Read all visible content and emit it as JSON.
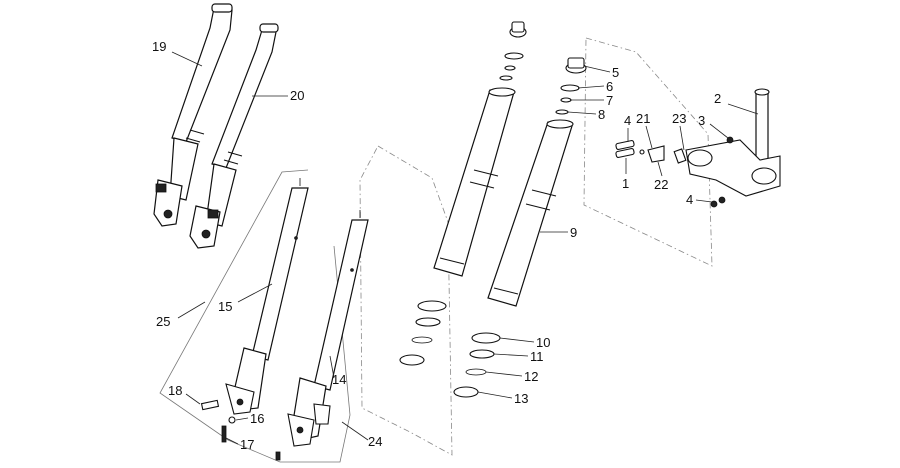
{
  "diagram": {
    "callouts": [
      {
        "id": "19",
        "text": "19"
      },
      {
        "id": "20",
        "text": "20"
      },
      {
        "id": "25",
        "text": "25"
      },
      {
        "id": "15",
        "text": "15"
      },
      {
        "id": "14",
        "text": "14"
      },
      {
        "id": "18",
        "text": "18"
      },
      {
        "id": "16",
        "text": "16"
      },
      {
        "id": "17",
        "text": "17"
      },
      {
        "id": "24",
        "text": "24"
      },
      {
        "id": "5",
        "text": "5"
      },
      {
        "id": "6",
        "text": "6"
      },
      {
        "id": "7",
        "text": "7"
      },
      {
        "id": "8",
        "text": "8"
      },
      {
        "id": "9",
        "text": "9"
      },
      {
        "id": "10",
        "text": "10"
      },
      {
        "id": "11",
        "text": "11"
      },
      {
        "id": "12",
        "text": "12"
      },
      {
        "id": "13",
        "text": "13"
      },
      {
        "id": "2",
        "text": "2"
      },
      {
        "id": "3",
        "text": "3"
      },
      {
        "id": "4a",
        "text": "4"
      },
      {
        "id": "21",
        "text": "21"
      },
      {
        "id": "23",
        "text": "23"
      },
      {
        "id": "1",
        "text": "1"
      },
      {
        "id": "22",
        "text": "22"
      },
      {
        "id": "4b",
        "text": "4"
      }
    ]
  }
}
